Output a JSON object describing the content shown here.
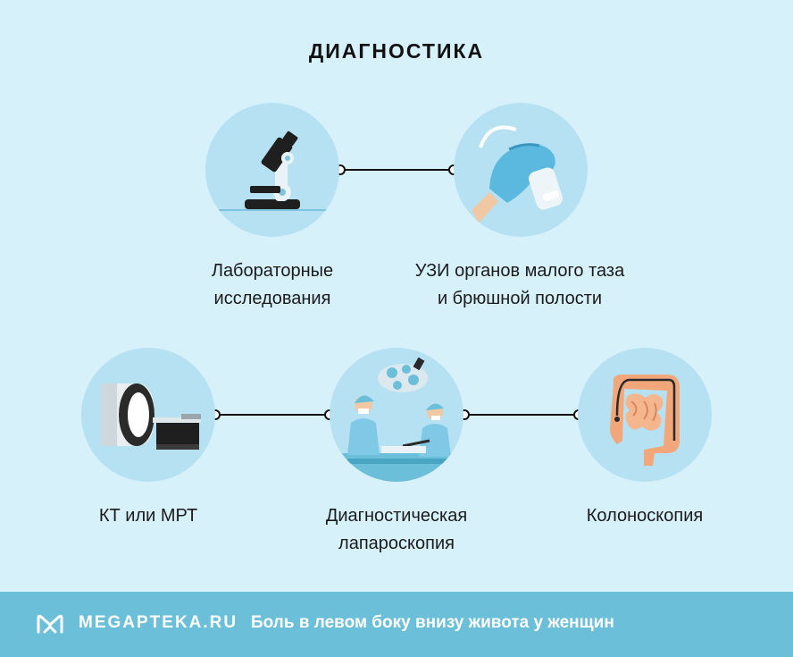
{
  "title": "ДИАГНОСТИКА",
  "nodes": [
    {
      "id": "lab",
      "label_line1": "Лабораторные",
      "label_line2": "исследования",
      "icon": "microscope-icon"
    },
    {
      "id": "uzi",
      "label_line1": "УЗИ органов малого таза",
      "label_line2": "и брюшной полости",
      "icon": "ultrasound-probe-icon"
    },
    {
      "id": "kt",
      "label_line1": "КТ или МРТ",
      "label_line2": "",
      "icon": "mri-scanner-icon"
    },
    {
      "id": "laparo",
      "label_line1": "Диагностическая",
      "label_line2": "лапароскопия",
      "icon": "surgeons-icon"
    },
    {
      "id": "colono",
      "label_line1": "Колоноскопия",
      "label_line2": "",
      "icon": "intestine-icon"
    }
  ],
  "footer": {
    "brand": "MEGAPTEKA.RU",
    "article": "Боль в левом боку внизу живота у женщин",
    "logo_icon": "megapteka-logo-icon"
  },
  "colors": {
    "background": "#d7f1fb",
    "circle": "#b6e1f2",
    "footer": "#6cbfd9",
    "glove": "#5bb8df",
    "intestine": "#f2a77a"
  }
}
